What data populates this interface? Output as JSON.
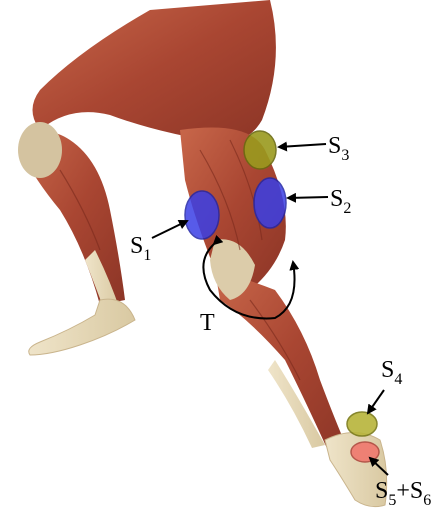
{
  "labels": {
    "s1": {
      "main": "S",
      "sub": "1"
    },
    "s2": {
      "main": "S",
      "sub": "2"
    },
    "s3": {
      "main": "S",
      "sub": "3"
    },
    "s4": {
      "main": "S",
      "sub": "4"
    },
    "s56": {
      "main": "S",
      "sub_a": "5",
      "plus": "+S",
      "sub_b": "6"
    },
    "t": "T"
  },
  "colors": {
    "sensor_blue": "#3a3fe6",
    "sensor_olive": "#9a9a1e",
    "sensor_yellow_olive": "#b8b43a",
    "sensor_red": "#f0786e",
    "muscle": "#b5523c",
    "tendon": "#e9dcc0",
    "arrow": "#000000"
  }
}
